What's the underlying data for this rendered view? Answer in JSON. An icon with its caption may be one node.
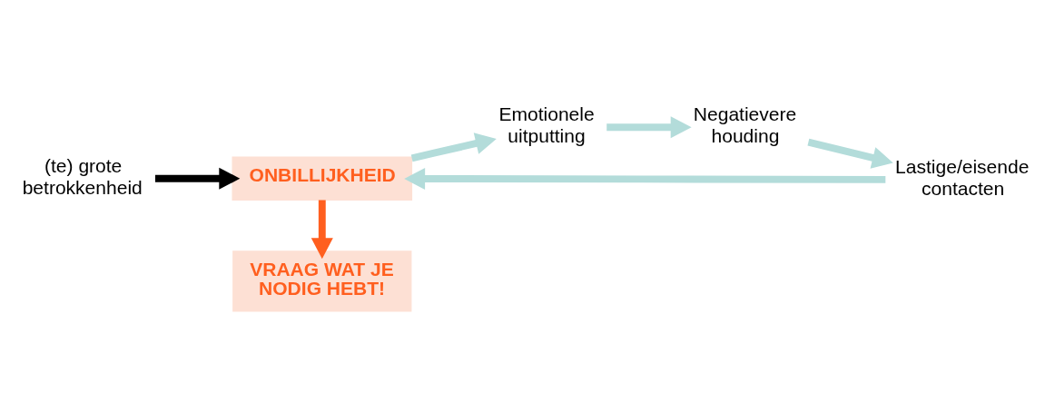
{
  "diagram": {
    "nodes": [
      {
        "text": [
          "(te) grote betrokkenheid"
        ]
      },
      {
        "text": [
          "ONBILLIJKHEID"
        ]
      },
      {
        "text": [
          "VRAAG WAT JE NODIG HEBT!"
        ]
      },
      {
        "text": [
          "Emotionele uitputting"
        ]
      },
      {
        "text": [
          "Negatievere houding"
        ]
      },
      {
        "text": [
          "Lastige/eisende contacten"
        ]
      }
    ],
    "edges": [
      {
        "from": 0,
        "to": 1,
        "arrow": "to",
        "color": "#000000"
      },
      {
        "from": 1,
        "to": 2,
        "arrow": "to",
        "color": "#ff5f1f"
      },
      {
        "from": 1,
        "to": 3,
        "arrow": "to"
      },
      {
        "from": 3,
        "to": 4,
        "arrow": "to"
      },
      {
        "from": 4,
        "to": 5,
        "arrow": "to"
      },
      {
        "from": 5,
        "to": 1,
        "arrow": "to"
      }
    ]
  }
}
